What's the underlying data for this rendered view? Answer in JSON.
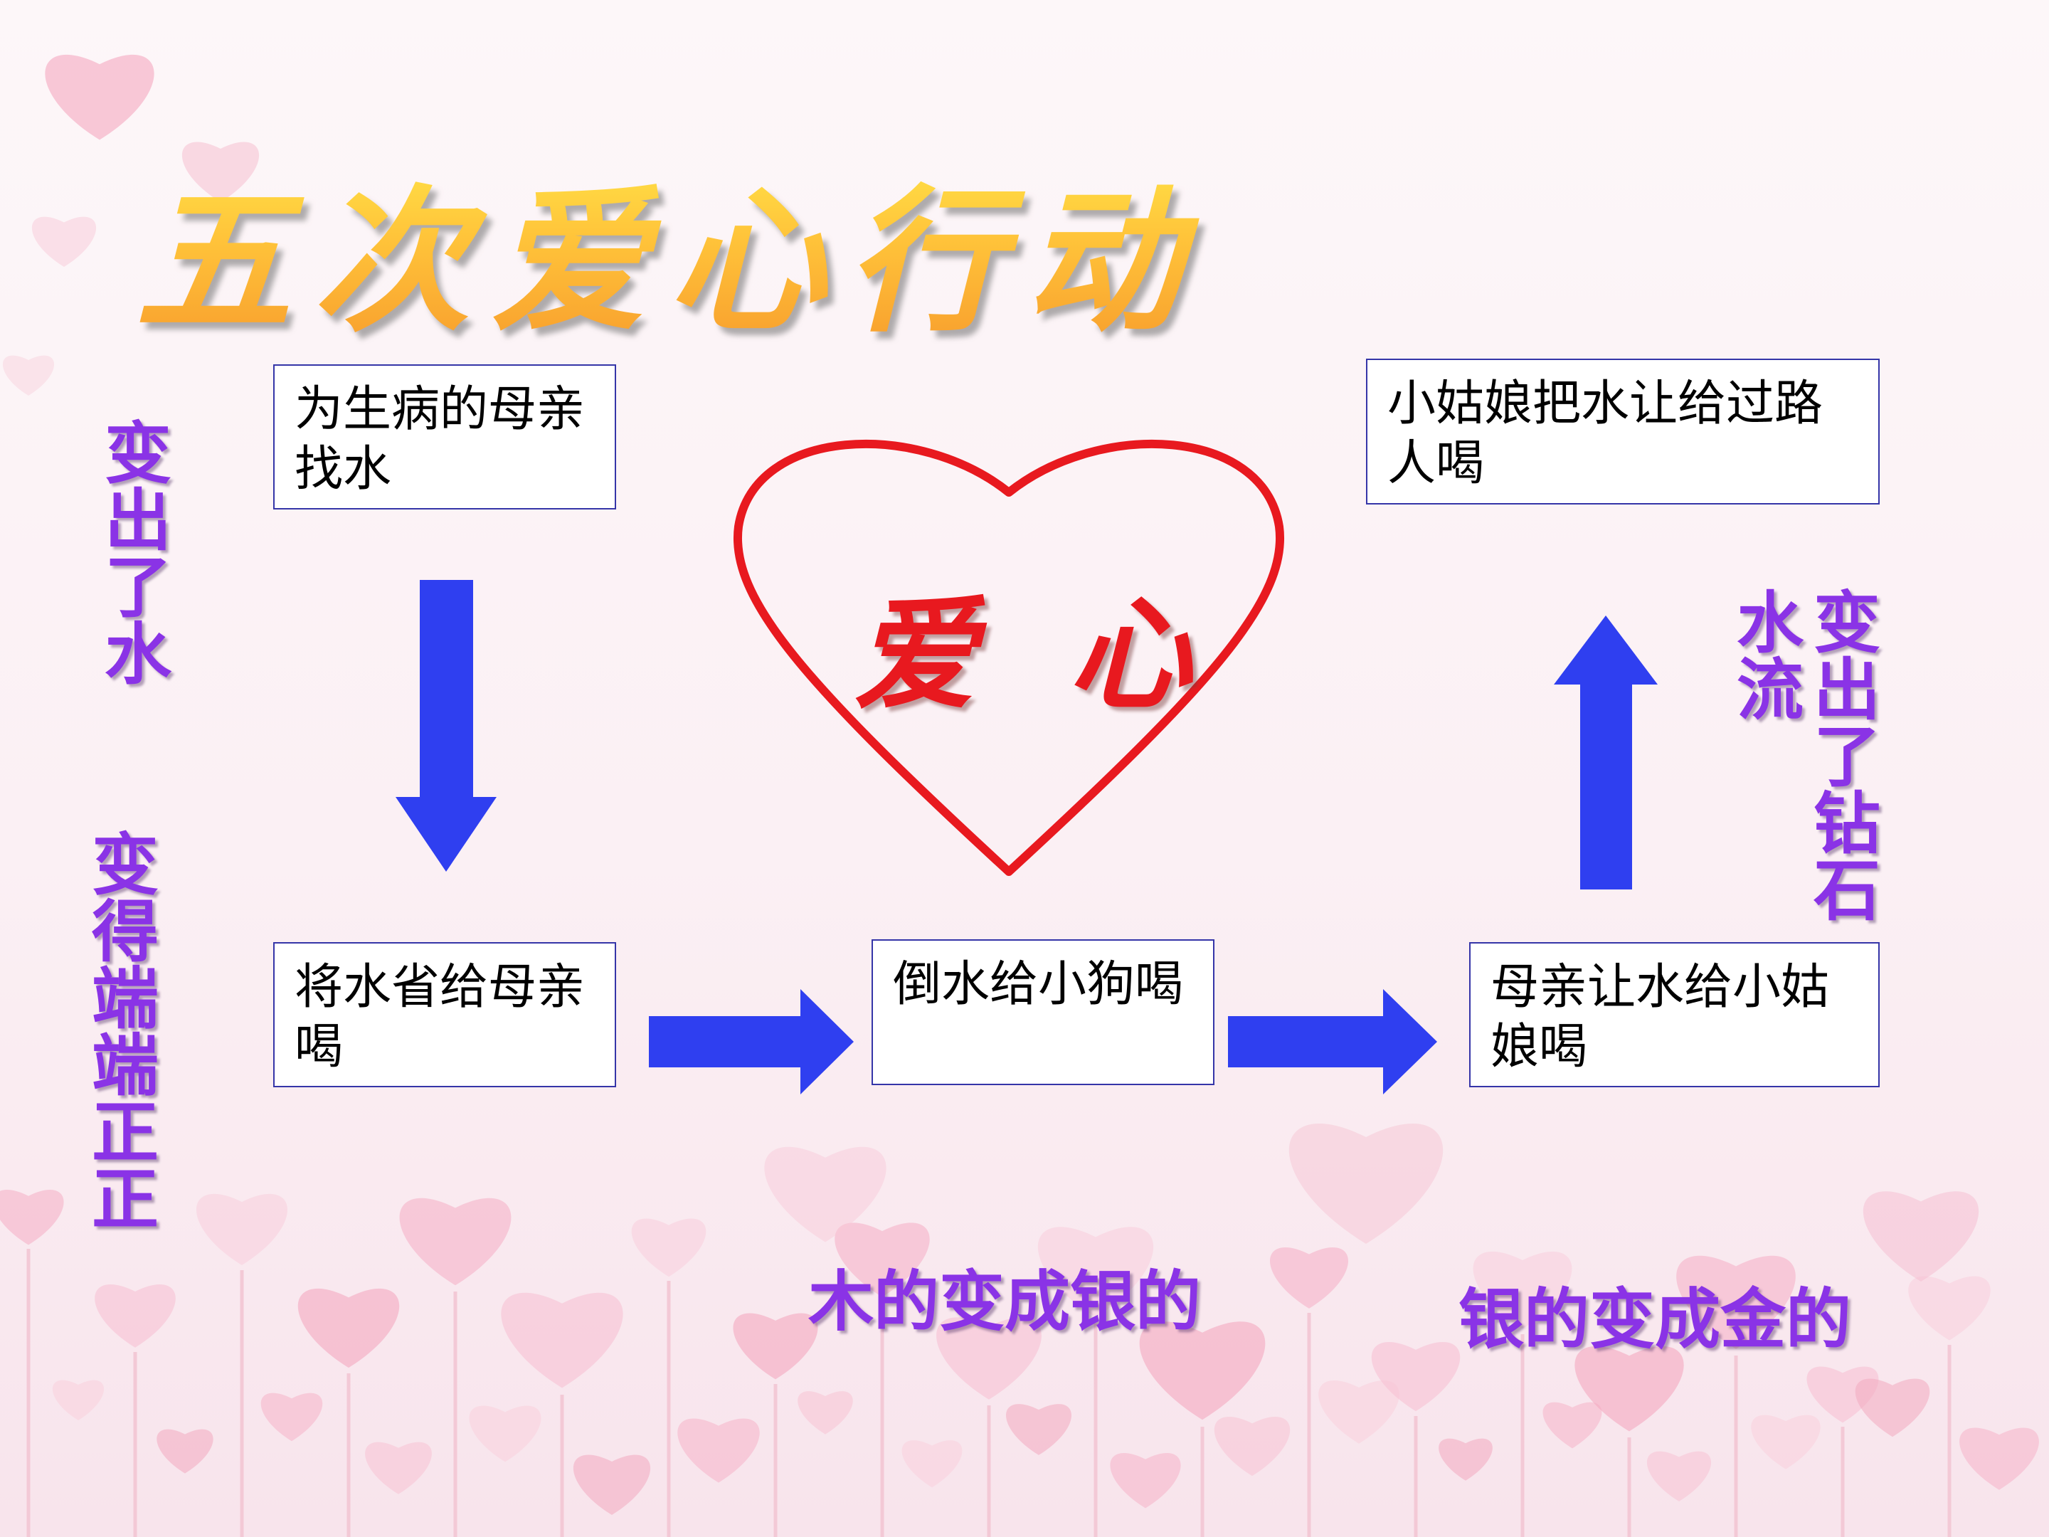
{
  "title": "五次爱心行动",
  "heart_label": "爱心",
  "steps": [
    {
      "text": "为生病的母亲找水"
    },
    {
      "text": "将水省给母亲喝"
    },
    {
      "text": "倒水给小狗喝"
    },
    {
      "text": "母亲让水给小姑娘喝"
    },
    {
      "text": "小姑娘把水让给过路人喝"
    }
  ],
  "changes": {
    "left_top": "变出了水",
    "left_bottom": "变得端端正正",
    "middle": "木的变成银的",
    "right_bottom": "银的变成金的",
    "right_col1": "变出了钻石",
    "right_col2": "水流"
  },
  "colors": {
    "arrow": "#2f3ff0",
    "heart": "#e8191f",
    "box_border": "#3535a8",
    "caption": "#8a33e6",
    "title": "#f7a62e"
  }
}
